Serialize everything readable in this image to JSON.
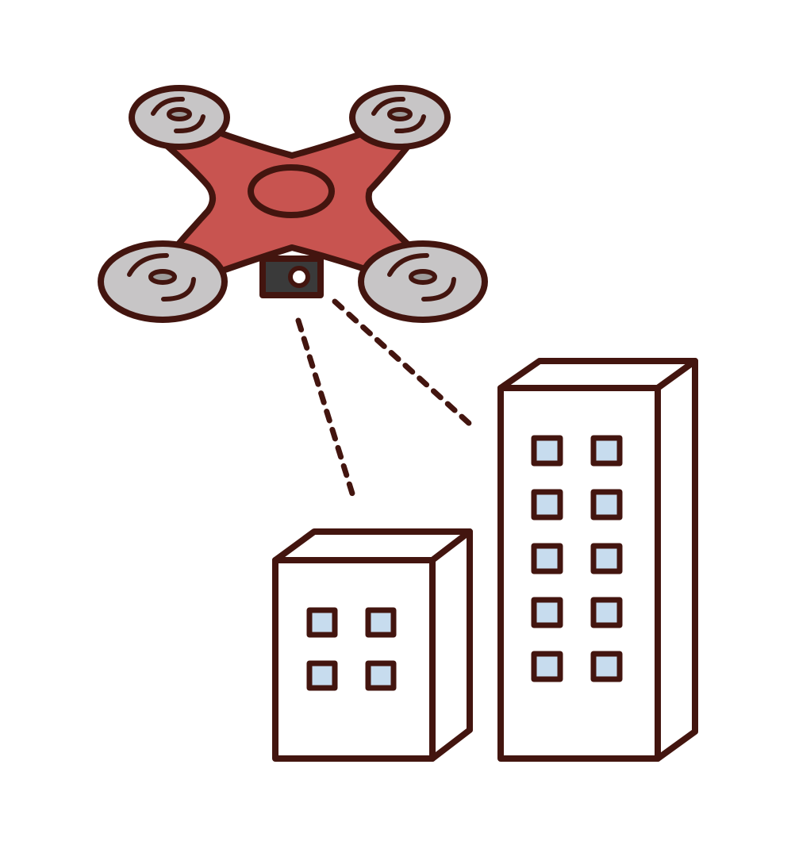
{
  "illustration": {
    "subject": "drone-surveying-buildings",
    "icons": [
      "drone-icon",
      "camera-icon",
      "building-icon"
    ]
  },
  "colors": {
    "outline": "#43150f",
    "drone_body": "#c85450",
    "rotor_disc": "#c7c5c6",
    "rotor_hub": "#9d9b9a",
    "camera": "#3a3a3a",
    "window": "#c7dcee",
    "building": "#ffffff",
    "background": "#ffffff"
  },
  "buildings": [
    {
      "name": "small-building",
      "floors_with_windows": 2,
      "windows_per_floor": 2
    },
    {
      "name": "tall-building",
      "floors_with_windows": 5,
      "windows_per_floor": 2
    }
  ]
}
